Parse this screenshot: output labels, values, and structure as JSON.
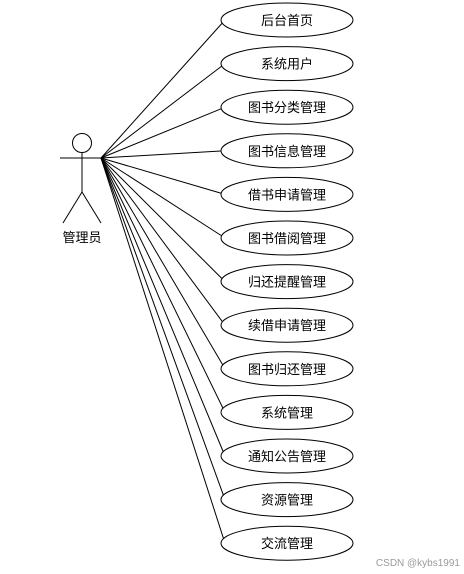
{
  "actor": {
    "label": "管理员"
  },
  "use_cases": [
    {
      "label": "后台首页"
    },
    {
      "label": "系统用户"
    },
    {
      "label": "图书分类管理"
    },
    {
      "label": "图书信息管理"
    },
    {
      "label": "借书申请管理"
    },
    {
      "label": "图书借阅管理"
    },
    {
      "label": "归还提醒管理"
    },
    {
      "label": "续借申请管理"
    },
    {
      "label": "图书归还管理"
    },
    {
      "label": "系统管理"
    },
    {
      "label": "通知公告管理"
    },
    {
      "label": "资源管理"
    },
    {
      "label": "交流管理"
    }
  ],
  "watermark": "CSDN @kybs1991",
  "colors": {
    "stroke": "#000000",
    "background": "#ffffff",
    "watermark": "#9a9a9a"
  }
}
